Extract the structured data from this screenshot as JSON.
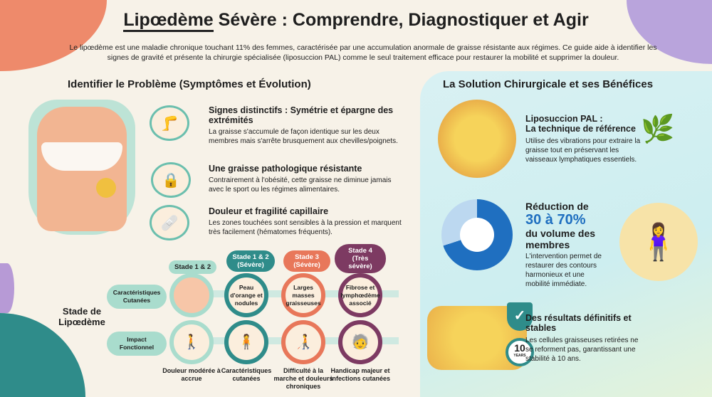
{
  "title": {
    "underlined": "Lipœdème",
    "rest": " Sévère : Comprendre, Diagnostiquer et Agir"
  },
  "intro": "Le lipœdème est une maladie chronique touchant 11% des femmes, caractérisée par une accumulation anormale de graisse résistante aux régimes. Ce guide aide à identifier les signes de gravité et présente la chirurgie spécialisée (liposuccion PAL) comme le seul traitement efficace pour restaurer la mobilité et supprimer la douleur.",
  "left": {
    "heading": "Identifier le Problème (Symptômes et Évolution)",
    "items": [
      {
        "title": "Signes distinctifs : Symétrie et épargne des extrémités",
        "desc": "La graisse s'accumule de façon identique sur les deux membres mais s'arrête brusquement aux chevilles/poignets.",
        "icon": "legs-icon"
      },
      {
        "title": "Une graisse pathologique résistante",
        "desc": "Contrairement à l'obésité, cette graisse ne diminue jamais avec le sport ou les régimes alimentaires.",
        "icon": "lock-icon"
      },
      {
        "title": "Douleur et fragilité capillaire",
        "desc": "Les zones touchées sont sensibles à la pression et marquent très facilement (hématomes fréquents).",
        "icon": "bruise-icon"
      }
    ]
  },
  "stages": {
    "label": "Stade de Lipœdème",
    "rows": [
      "Caractéristiques Cutanées",
      "Impact Fonctionnel"
    ],
    "columns": [
      {
        "header": "Stade 1 & 2",
        "skin": "",
        "caption": "Douleur modérée à accrue",
        "color": "#a9dccd"
      },
      {
        "header": "Stade 1 & 2 (Sévère)",
        "skin": "Peau d'orange et nodules",
        "caption": "Caractéristiques cutanées",
        "color": "#2f8c8a"
      },
      {
        "header": "Stade 3 (Sévère)",
        "skin": "Larges masses graisseuses",
        "caption": "Difficulté à la marche et douleurs chroniques",
        "color": "#e8775a"
      },
      {
        "header": "Stade 4 (Très sévère)",
        "skin": "Fibrose et lymphœdème associé",
        "caption": "Handicap majeur et infections cutanées",
        "color": "#7d3a62"
      }
    ]
  },
  "right": {
    "heading": "La Solution Chirurgicale et ses Bénéfices",
    "pal": {
      "title1": "Liposuccion PAL :",
      "title2": "La technique de référence",
      "desc": "Utilise des vibrations pour extraire la graisse tout en préservant les vaisseaux lymphatiques essentiels."
    },
    "reduction": {
      "pre": "Réduction de",
      "value": "30 à 70%",
      "post": "du volume des membres",
      "desc": "L'intervention permet de restaurer des contours harmonieux et une mobilité immédiate.",
      "fill": 0.7,
      "color": "#1f6fc0"
    },
    "results": {
      "title": "Des résultats définitifs et stables",
      "desc": "Les cellules graisseuses retirées ne se reforment pas, garantissant une stabilité à 10 ans.",
      "badge_num": "10",
      "badge_label": "YEARS"
    }
  }
}
